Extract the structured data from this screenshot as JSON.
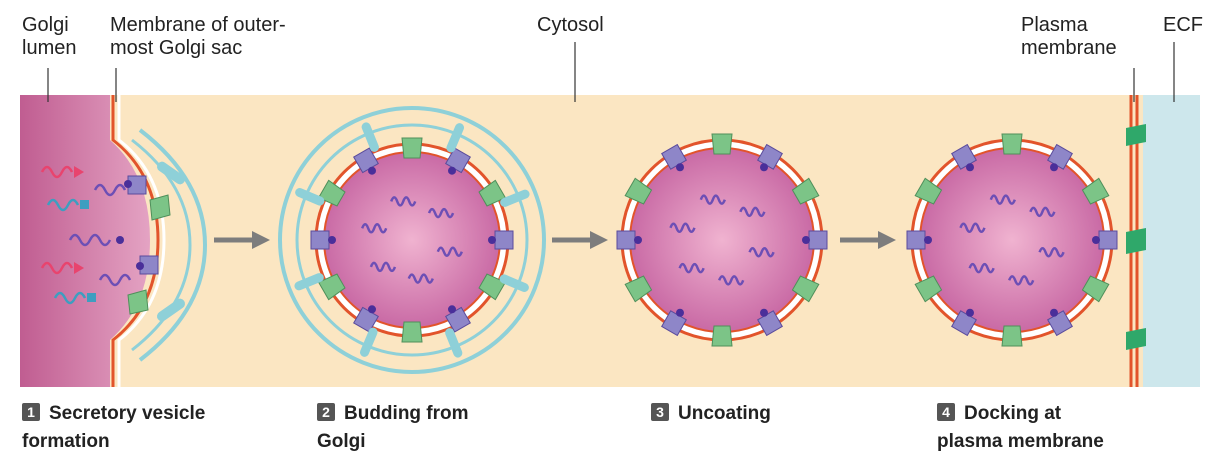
{
  "labels": {
    "golgi_lumen": [
      "Golgi",
      "lumen"
    ],
    "membrane_outer": [
      "Membrane of outer-",
      "most Golgi sac"
    ],
    "cytosol": "Cytosol",
    "plasma_membrane": [
      "Plasma",
      "membrane"
    ],
    "ecf": "ECF"
  },
  "steps": [
    {
      "num": "1",
      "line1": "Secretory vesicle",
      "line2": "formation"
    },
    {
      "num": "2",
      "line1": "Budding from",
      "line2": "Golgi"
    },
    {
      "num": "3",
      "line1": "Uncoating",
      "line2": ""
    },
    {
      "num": "4",
      "line1": "Docking at",
      "line2": "plasma membrane"
    }
  ],
  "colors": {
    "cytosol": "#fbe6c2",
    "golgi_lumen": "#cf6f9f",
    "ecf": "#cde7ec",
    "membrane": "#e2542b",
    "vesicle_interior": "#c96aa5",
    "coat": "#8ed0d8",
    "receptor": "#8e86c8",
    "cargo_wave": "#6d4fb5",
    "docking_protein": "#7cc487",
    "arrow": "#7d7d7d"
  }
}
